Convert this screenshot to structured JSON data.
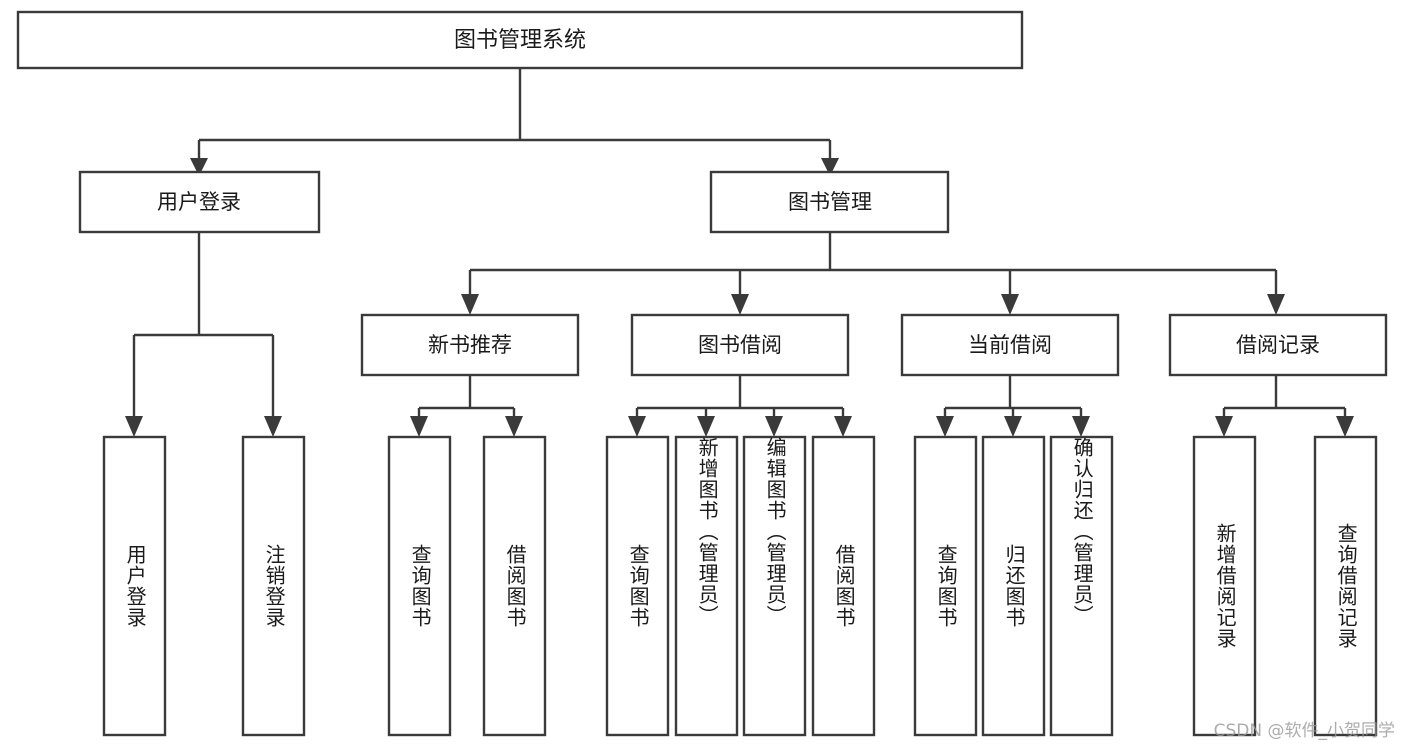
{
  "diagram": {
    "type": "tree-hierarchy-chart",
    "title": "图书管理系统",
    "orientation": "top-down",
    "watermark": "CSDN @软件_小贺同学",
    "colors": {
      "stroke": "#3a3a3a",
      "fill": "#ffffff",
      "text": "#1a1a1a",
      "watermark": "#9a9a9a"
    },
    "levels": [
      {
        "level": 1,
        "nodes": [
          {
            "id": "root",
            "label": "图书管理系统",
            "orientation": "horizontal"
          }
        ]
      },
      {
        "level": 2,
        "nodes": [
          {
            "id": "login",
            "label": "用户登录",
            "orientation": "horizontal",
            "parent": "root"
          },
          {
            "id": "bookmgmt",
            "label": "图书管理",
            "orientation": "horizontal",
            "parent": "root"
          }
        ]
      },
      {
        "level": 3,
        "nodes": [
          {
            "id": "newbook",
            "label": "新书推荐",
            "orientation": "horizontal",
            "parent": "bookmgmt"
          },
          {
            "id": "borrow",
            "label": "图书借阅",
            "orientation": "horizontal",
            "parent": "bookmgmt"
          },
          {
            "id": "current",
            "label": "当前借阅",
            "orientation": "horizontal",
            "parent": "bookmgmt"
          },
          {
            "id": "records",
            "label": "借阅记录",
            "orientation": "horizontal",
            "parent": "bookmgmt"
          }
        ]
      },
      {
        "level": 4,
        "nodes": [
          {
            "id": "leaf-1",
            "label": "用户登录",
            "orientation": "vertical",
            "parent": "login"
          },
          {
            "id": "leaf-2",
            "label": "注销登录",
            "orientation": "vertical",
            "parent": "login"
          },
          {
            "id": "leaf-3",
            "label": "查询图书",
            "orientation": "vertical",
            "parent": "newbook"
          },
          {
            "id": "leaf-4",
            "label": "借阅图书",
            "orientation": "vertical",
            "parent": "newbook"
          },
          {
            "id": "leaf-5",
            "label": "查询图书",
            "orientation": "vertical",
            "parent": "borrow"
          },
          {
            "id": "leaf-6",
            "label": "新增图书（管理员）",
            "orientation": "vertical",
            "parent": "borrow"
          },
          {
            "id": "leaf-7",
            "label": "编辑图书（管理员）",
            "orientation": "vertical",
            "parent": "borrow"
          },
          {
            "id": "leaf-8",
            "label": "借阅图书",
            "orientation": "vertical",
            "parent": "borrow"
          },
          {
            "id": "leaf-9",
            "label": "查询图书",
            "orientation": "vertical",
            "parent": "current"
          },
          {
            "id": "leaf-10",
            "label": "归还图书",
            "orientation": "vertical",
            "parent": "current"
          },
          {
            "id": "leaf-11",
            "label": "确认归还（管理员）",
            "orientation": "vertical",
            "parent": "current"
          },
          {
            "id": "leaf-12",
            "label": "新增借阅记录",
            "orientation": "vertical",
            "parent": "records"
          },
          {
            "id": "leaf-13",
            "label": "查询借阅记录",
            "orientation": "vertical",
            "parent": "records"
          }
        ]
      }
    ]
  }
}
